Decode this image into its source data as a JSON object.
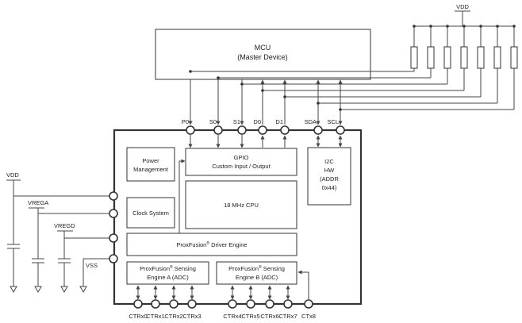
{
  "mcu": {
    "line1": "MCU",
    "line2": "(Master Device)"
  },
  "supplies": {
    "vdd_top": "VDD",
    "vdd_left": "VDD",
    "vrega": "VREGA",
    "vregd": "VREGD",
    "vss": "VSS"
  },
  "top_pins": [
    "P0",
    "S0",
    "S1",
    "D0",
    "D1",
    "SDA",
    "SCL"
  ],
  "blocks": {
    "power_mgmt": [
      "Power",
      "Management"
    ],
    "clock": "Clock System",
    "gpio": [
      "GPIO",
      "Custom Input / Output"
    ],
    "cpu": "18 MHz CPU",
    "i2c": [
      "I2C",
      "HW",
      "(ADDR",
      "0x44)"
    ],
    "driver": {
      "pre": "ProxFusion",
      "sup": "®",
      "post": " Driver Engine"
    },
    "engine_a": {
      "pre": "ProxFusion",
      "sup": "®",
      "post": " Sensing",
      "line2": "Engine A (ADC)"
    },
    "engine_b": {
      "pre": "ProxFusion",
      "sup": "®",
      "post": " Sensing",
      "line2": "Engine B (ADC)"
    }
  },
  "bottom_pins": [
    "CTRx0",
    "CTRx1",
    "CTRx2",
    "CTRx3",
    "CTRx4",
    "CTRx5",
    "CTRx6",
    "CTRx7",
    "CTx8"
  ]
}
